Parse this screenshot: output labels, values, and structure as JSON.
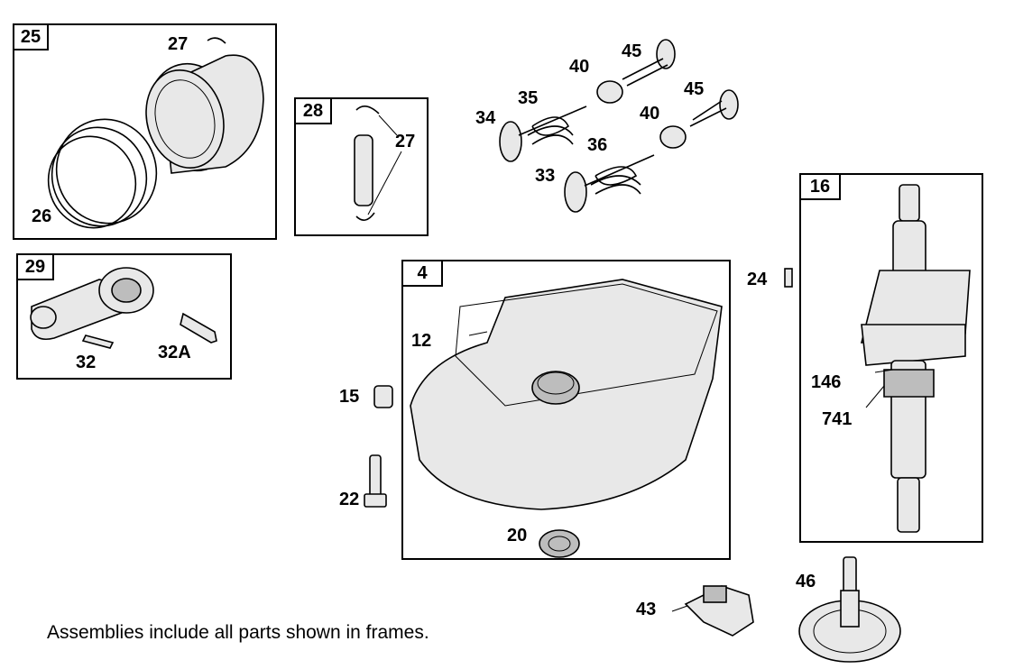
{
  "frames": [
    {
      "id": "frame-25",
      "label": "25"
    },
    {
      "id": "frame-28",
      "label": "28"
    },
    {
      "id": "frame-29",
      "label": "29"
    },
    {
      "id": "frame-4",
      "label": "4"
    },
    {
      "id": "frame-16",
      "label": "16"
    }
  ],
  "callouts": {
    "c27a": "27",
    "c26": "26",
    "c27b": "27",
    "c32": "32",
    "c32a": "32A",
    "c34": "34",
    "c35": "35",
    "c40a": "40",
    "c45a": "45",
    "c45b": "45",
    "c40b": "40",
    "c36": "36",
    "c33": "33",
    "c12": "12",
    "c15": "15",
    "c22": "22",
    "c20": "20",
    "c24": "24",
    "c146": "146",
    "c741": "741",
    "c43": "43",
    "c46": "46"
  },
  "note": "Assemblies include all parts shown in frames."
}
